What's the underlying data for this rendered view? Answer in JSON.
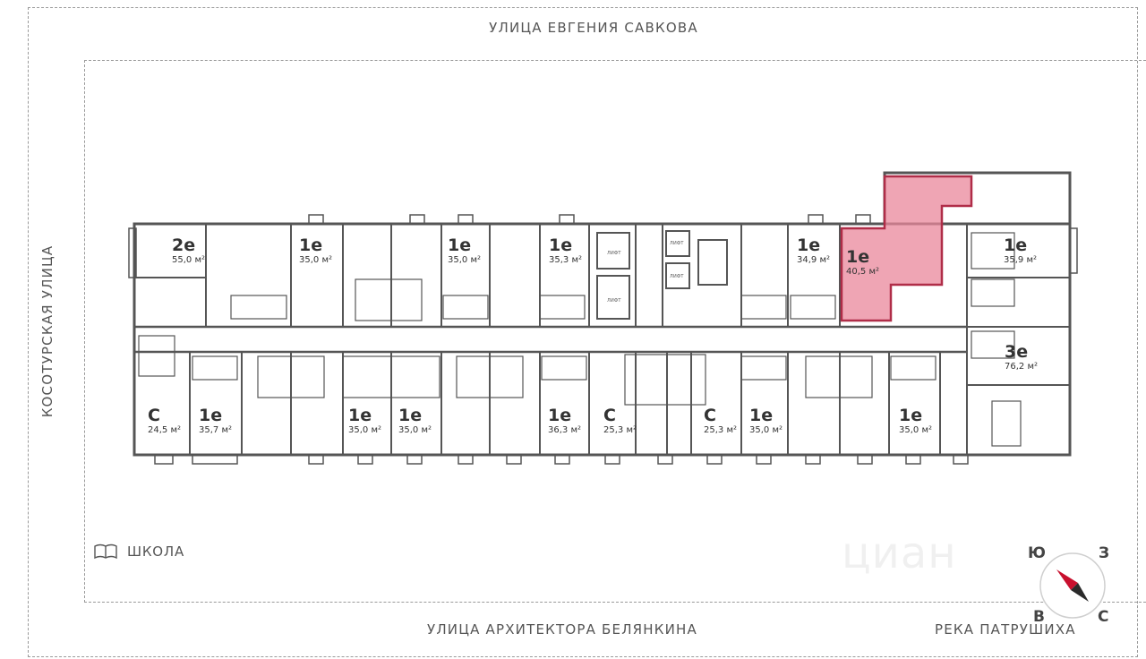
{
  "streets": {
    "top": "УЛИЦА ЕВГЕНИЯ САВКОВА",
    "bottom": "УЛИЦА АРХИТЕКТОРА БЕЛЯНКИНА",
    "left": "КОСОТУРСКАЯ УЛИЦА",
    "river": "РЕКА ПАТРУШИХА"
  },
  "landmarks": {
    "school": "ШКОЛА"
  },
  "compass": {
    "n": "Ю",
    "e": "З",
    "s": "С",
    "w": "В"
  },
  "watermark": "циан",
  "lift_label": "ЛИФТ",
  "colors": {
    "highlight": "#e9879b",
    "highlight_border": "#b02d48",
    "wall": "#555555"
  },
  "apartments": [
    {
      "rooms": "2е",
      "area": "55,0 м²"
    },
    {
      "rooms": "1е",
      "area": "35,0 м²"
    },
    {
      "rooms": "1е",
      "area": "35,0 м²"
    },
    {
      "rooms": "1е",
      "area": "35,3 м²"
    },
    {
      "rooms": "1е",
      "area": "34,9 м²"
    },
    {
      "rooms": "1е",
      "area": "40,5 м²",
      "selected": true
    },
    {
      "rooms": "1е",
      "area": "35,9 м²"
    },
    {
      "rooms": "3е",
      "area": "76,2 м²"
    },
    {
      "rooms": "С",
      "area": "24,5 м²"
    },
    {
      "rooms": "1е",
      "area": "35,7 м²"
    },
    {
      "rooms": "1е",
      "area": "35,0 м²"
    },
    {
      "rooms": "1е",
      "area": "35,0 м²"
    },
    {
      "rooms": "1е",
      "area": "36,3 м²"
    },
    {
      "rooms": "С",
      "area": "25,3 м²"
    },
    {
      "rooms": "С",
      "area": "25,3 м²"
    },
    {
      "rooms": "1е",
      "area": "35,0 м²"
    },
    {
      "rooms": "1е",
      "area": "35,0 м²"
    }
  ]
}
